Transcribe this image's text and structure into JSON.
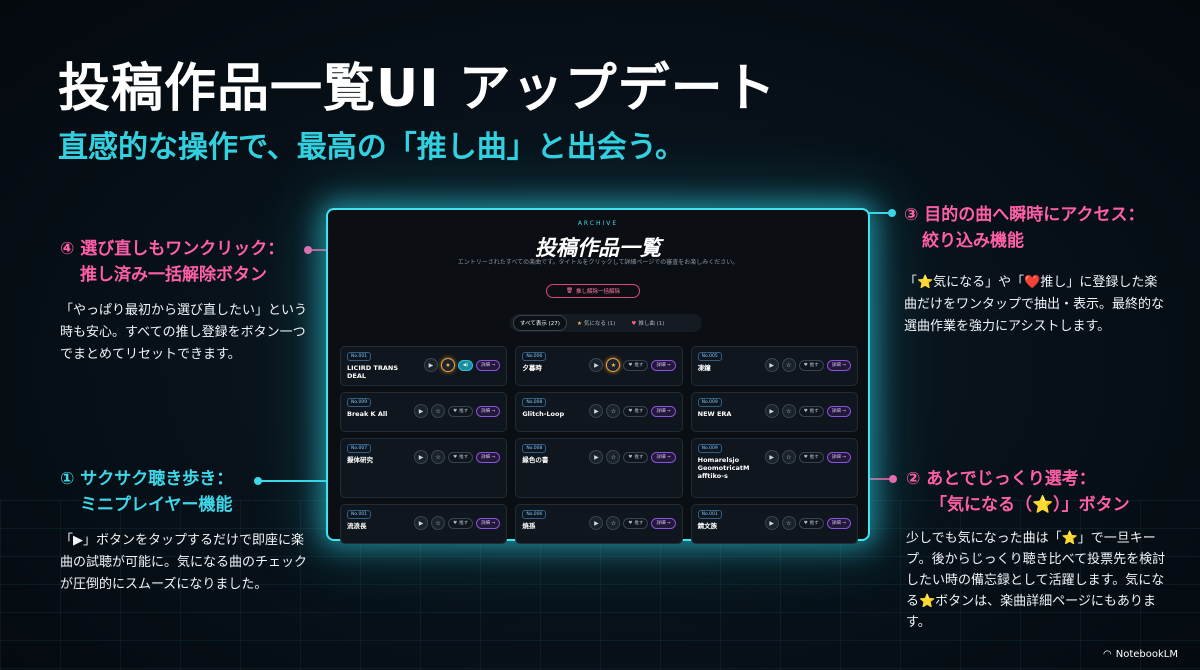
{
  "title": "投稿作品一覧UI アップデート",
  "subtitle": "直感的な操作で、最高の「推し曲」と出会う。",
  "panel": {
    "archive": "ARCHIVE",
    "title": "投稿作品一覧",
    "description": "エントリーされたすべての楽曲です。タイトルをクリックして詳細ページでの審査をお楽しみください。",
    "reset_label": "推し解除一括解除",
    "tabs": [
      {
        "glyph": "",
        "label": "すべて表示 (27)"
      },
      {
        "glyph": "★",
        "label": "気になる (1)"
      },
      {
        "glyph": "♥",
        "label": "推し曲 (1)"
      }
    ],
    "cards": [
      {
        "tag": "No.001",
        "name": "LICIRD TRANS DEAL"
      },
      {
        "tag": "No.006",
        "name": "夕暮時"
      },
      {
        "tag": "No.005",
        "name": "凍鐘"
      },
      {
        "tag": "No.009",
        "name": "Break K All"
      },
      {
        "tag": "No.008",
        "name": "Glitch-Loop"
      },
      {
        "tag": "No.009",
        "name": "NEW ERA"
      },
      {
        "tag": "No.007",
        "name": "擬体研究"
      },
      {
        "tag": "No.008",
        "name": "縁色の書"
      },
      {
        "tag": "No.009",
        "name": "Homarelsjo GeomotricatM afftiko-s"
      },
      {
        "tag": "No.001",
        "name": "流浪長"
      },
      {
        "tag": "No.006",
        "name": "焼孫"
      },
      {
        "tag": "No.001",
        "name": "錆文族"
      }
    ],
    "pill_detail": "詳細 →",
    "pill_oshi": "推す",
    "pill_player": "◀)"
  },
  "annotations": {
    "a4": {
      "head_line1": "④ 選び直しもワンクリック：",
      "head_line2": "推し済み一括解除ボタン",
      "body": "「やっぱり最初から選び直したい」という時も安心。すべての推し登録をボタン一つでまとめてリセットできます。"
    },
    "a3": {
      "head_line1": "③ 目的の曲へ瞬時にアクセス：",
      "head_line2": "絞り込み機能",
      "body": "「⭐気になる」や「❤️推し」に登録した楽曲だけをワンタップで抽出・表示。最終的な選曲作業を強力にアシストします。"
    },
    "a1": {
      "head_line1": "① サクサク聴き歩き：",
      "head_line2": "ミニプレイヤー機能",
      "body": "「▶」ボタンをタップするだけで即座に楽曲の試聴が可能に。気になる曲のチェックが圧倒的にスムーズになりました。"
    },
    "a2": {
      "head_line1": "② あとでじっくり選考：",
      "head_line2": "「気になる（⭐）」ボタン",
      "body": "少しでも気になった曲は「⭐」で一旦キープ。後からじっくり聴き比べて投票先を検討したい時の備忘録として活躍します。気になる⭐ボタンは、楽曲詳細ページにもあります。"
    }
  },
  "footer": "NotebookLM",
  "colors": {
    "accent_cyan": "#3fd8ea",
    "accent_pink": "#ff5fa8",
    "background": "#071018"
  }
}
